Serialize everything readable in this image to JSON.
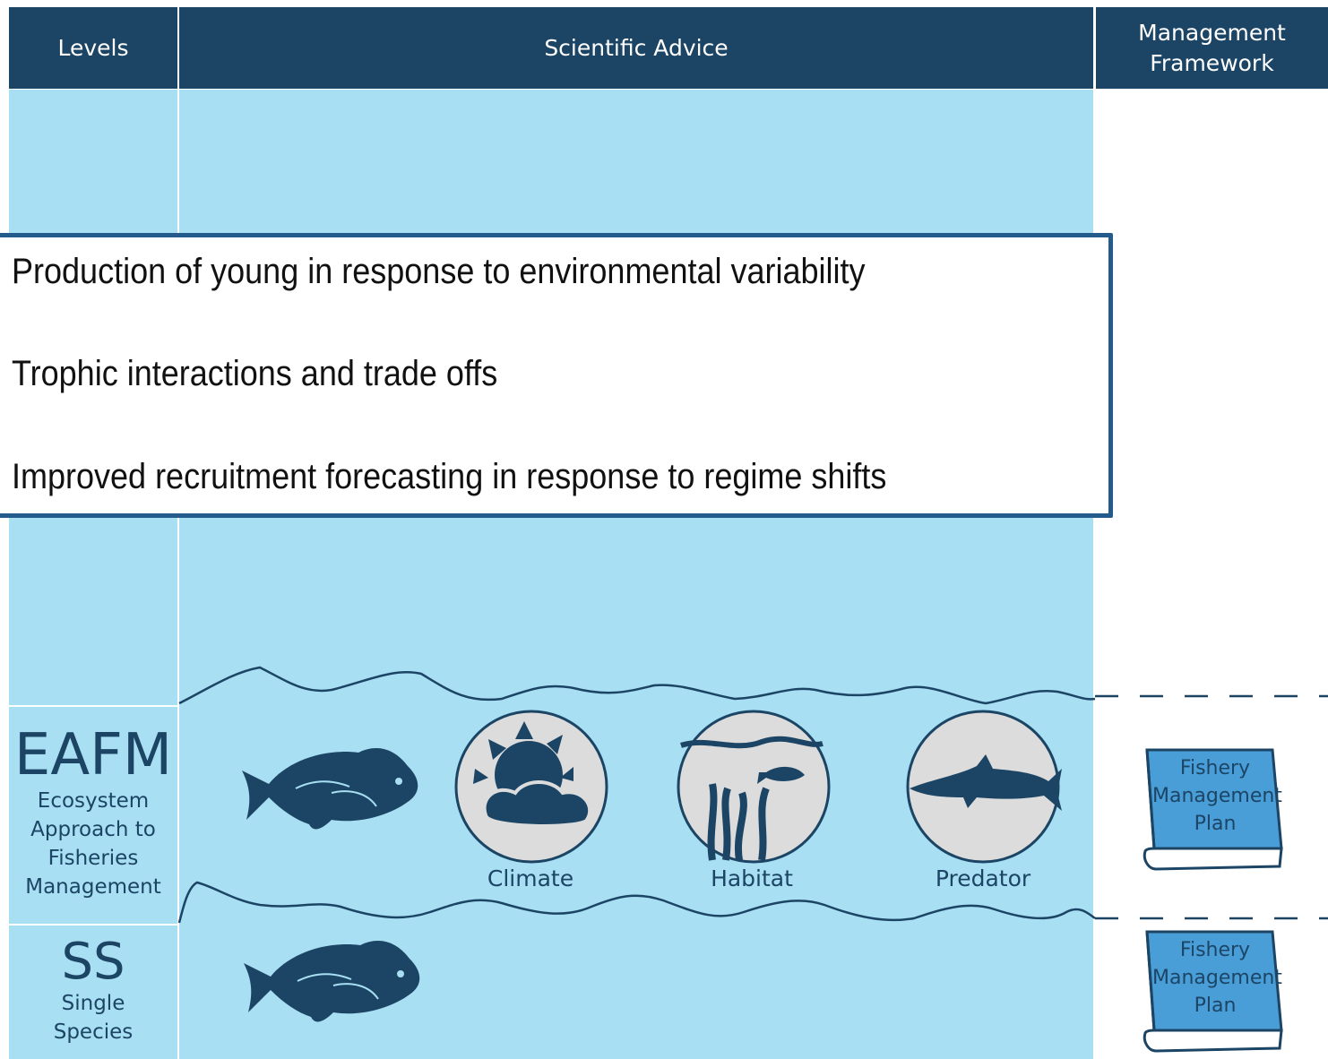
{
  "header": {
    "levels": "Levels",
    "scientific_advice": "Scientific Advice",
    "management_line1": "Management",
    "management_line2": "Framework"
  },
  "overlay_items": [
    "Production of young in response to environmental variability",
    "Trophic interactions and trade offs",
    "Improved recruitment forecasting in response to regime shifts"
  ],
  "levels": {
    "eafm": {
      "abbr": "EAFM",
      "lines": [
        "Ecosystem",
        "Approach to",
        "Fisheries",
        "Management"
      ]
    },
    "ss": {
      "abbr": "SS",
      "lines": [
        "Single",
        "Species"
      ]
    }
  },
  "circles": {
    "climate": "Climate",
    "habitat": "Habitat",
    "predator": "Predator"
  },
  "books": [
    {
      "lines": [
        "Fishery",
        "Management",
        "Plan"
      ]
    },
    {
      "lines": [
        "Fishery",
        "Management",
        "Plan"
      ]
    }
  ],
  "colors": {
    "header": "#1c4565",
    "cell": "#a8dff3",
    "border": "#225b8c",
    "ink": "#1c4565",
    "circle": "#dcdcdc"
  }
}
